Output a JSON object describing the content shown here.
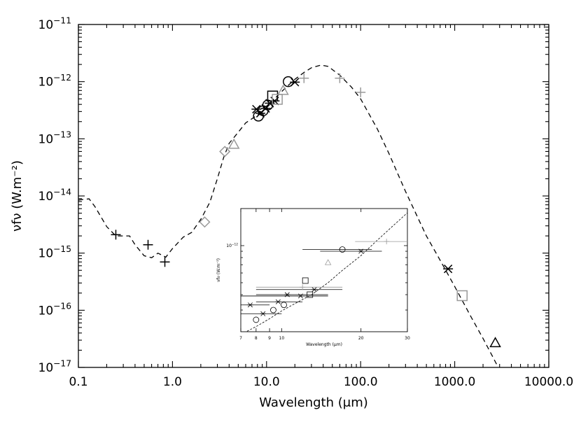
{
  "chart_data": [
    {
      "type": "scatter",
      "xlabel": "Wavelength (μm)",
      "ylabel": "νfν (W.m⁻²)",
      "x_scale": "log",
      "y_scale": "log",
      "xlim": [
        0.1,
        10000
      ],
      "ylim": [
        1e-17,
        1e-11
      ],
      "x_ticks": [
        {
          "v": 0.1,
          "label": "0.1"
        },
        {
          "v": 1,
          "label": "1.0"
        },
        {
          "v": 10,
          "label": "10.0"
        },
        {
          "v": 100,
          "label": "100.0"
        },
        {
          "v": 1000,
          "label": "1000.0"
        },
        {
          "v": 10000,
          "label": "10000.0"
        }
      ],
      "y_ticks": [
        {
          "v": 1e-17,
          "base": "10",
          "exp": "−17"
        },
        {
          "v": 1e-16,
          "base": "10",
          "exp": "−16"
        },
        {
          "v": 1e-15,
          "base": "10",
          "exp": "−15"
        },
        {
          "v": 1e-14,
          "base": "10",
          "exp": "−14"
        },
        {
          "v": 1e-13,
          "base": "10",
          "exp": "−13"
        },
        {
          "v": 1e-12,
          "base": "10",
          "exp": "−12"
        },
        {
          "v": 1e-11,
          "base": "10",
          "exp": "−11"
        }
      ],
      "grid": false,
      "model_curve": [
        [
          0.1,
          8.5e-15
        ],
        [
          0.13,
          8.9e-15
        ],
        [
          0.15,
          6.5e-15
        ],
        [
          0.2,
          2.9e-15
        ],
        [
          0.25,
          2e-15
        ],
        [
          0.3,
          2e-15
        ],
        [
          0.35,
          2e-15
        ],
        [
          0.4,
          1.4e-15
        ],
        [
          0.5,
          9e-16
        ],
        [
          0.6,
          8.3e-16
        ],
        [
          0.7,
          1e-15
        ],
        [
          0.85,
          8.5e-16
        ],
        [
          1.0,
          1.2e-15
        ],
        [
          1.3,
          1.9e-15
        ],
        [
          1.6,
          2.3e-15
        ],
        [
          2.0,
          3.9e-15
        ],
        [
          2.5,
          7.8e-15
        ],
        [
          3.0,
          2e-14
        ],
        [
          3.5,
          4.7e-14
        ],
        [
          4.0,
          8.3e-14
        ],
        [
          5.0,
          1.3e-13
        ],
        [
          6.0,
          1.9e-13
        ],
        [
          8.0,
          2.6e-13
        ],
        [
          10.0,
          3.5e-13
        ],
        [
          12.0,
          4.9e-13
        ],
        [
          15.0,
          7.1e-13
        ],
        [
          20.0,
          1.1e-12
        ],
        [
          25.0,
          1.45e-12
        ],
        [
          30.0,
          1.75e-12
        ],
        [
          38.0,
          1.95e-12
        ],
        [
          45.0,
          1.85e-12
        ],
        [
          60.0,
          1.3e-12
        ],
        [
          80.0,
          8e-13
        ],
        [
          100.0,
          5e-13
        ],
        [
          150.0,
          1.5e-13
        ],
        [
          200.0,
          5.5e-14
        ],
        [
          300.0,
          1.2e-14
        ],
        [
          500.0,
          2e-15
        ],
        [
          700.0,
          7.5e-16
        ],
        [
          1000.0,
          2.6e-16
        ],
        [
          1500.0,
          7.5e-17
        ],
        [
          2000.0,
          3.2e-17
        ],
        [
          2500.0,
          1.6e-17
        ],
        [
          3000.0,
          9e-18
        ]
      ],
      "points": [
        {
          "x": 0.25,
          "y": 2.1e-15,
          "m": "plus",
          "c": "black"
        },
        {
          "x": 0.55,
          "y": 1.4e-15,
          "m": "plus",
          "c": "black"
        },
        {
          "x": 0.83,
          "y": 7e-16,
          "m": "plus",
          "c": "black"
        },
        {
          "x": 2.2,
          "y": 3.5e-15,
          "m": "diamond",
          "c": "gray"
        },
        {
          "x": 3.6,
          "y": 6e-14,
          "m": "diamond",
          "c": "gray"
        },
        {
          "x": 4.5,
          "y": 8e-14,
          "m": "triangle",
          "c": "gray"
        },
        {
          "x": 7.8,
          "y": 3.3e-13,
          "m": "asterisk",
          "c": "black"
        },
        {
          "x": 8.2,
          "y": 2.5e-13,
          "m": "circle",
          "c": "black"
        },
        {
          "x": 8.6,
          "y": 2.8e-13,
          "m": "asterisk",
          "c": "black"
        },
        {
          "x": 9.2,
          "y": 3.1e-13,
          "m": "circle",
          "c": "black"
        },
        {
          "x": 9.8,
          "y": 3.4e-13,
          "m": "asterisk",
          "c": "black"
        },
        {
          "x": 10.3,
          "y": 3.9e-13,
          "m": "circle",
          "c": "black"
        },
        {
          "x": 10.8,
          "y": 4.2e-13,
          "m": "asterisk",
          "c": "black"
        },
        {
          "x": 11.6,
          "y": 5.6e-13,
          "m": "square",
          "c": "black"
        },
        {
          "x": 12.2,
          "y": 4.6e-13,
          "m": "asterisk",
          "c": "black"
        },
        {
          "x": 13.0,
          "y": 4.9e-13,
          "m": "square",
          "c": "gray"
        },
        {
          "x": 15.0,
          "y": 7e-13,
          "m": "triangle",
          "c": "gray"
        },
        {
          "x": 17.0,
          "y": 1e-12,
          "m": "circle",
          "c": "black"
        },
        {
          "x": 20.0,
          "y": 9.8e-13,
          "m": "asterisk",
          "c": "black"
        },
        {
          "x": 25.0,
          "y": 1.15e-12,
          "m": "plus",
          "c": "gray"
        },
        {
          "x": 60.0,
          "y": 1.15e-12,
          "m": "plus",
          "c": "gray"
        },
        {
          "x": 100.0,
          "y": 6.5e-13,
          "m": "plus",
          "c": "gray"
        },
        {
          "x": 850.0,
          "y": 5.3e-16,
          "m": "asterisk",
          "c": "black"
        },
        {
          "x": 1200.0,
          "y": 1.8e-16,
          "m": "square",
          "c": "gray"
        },
        {
          "x": 2700.0,
          "y": 2.7e-17,
          "m": "triangle",
          "c": "black"
        }
      ]
    },
    {
      "type": "scatter",
      "inset": true,
      "xlabel": "Wavelength (μm)",
      "ylabel": "νfν (W.m⁻²)",
      "x_scale": "log",
      "y_scale": "log",
      "xlim": [
        7,
        30
      ],
      "ylim": [
        2e-13,
        2e-12
      ],
      "x_ticks": [
        {
          "v": 7,
          "label": "7"
        },
        {
          "v": 8,
          "label": "8"
        },
        {
          "v": 9,
          "label": "9"
        },
        {
          "v": 10,
          "label": "10"
        },
        {
          "v": 20,
          "label": "20"
        },
        {
          "v": 30,
          "label": "30"
        }
      ],
      "y_ticks": [
        {
          "v": 1e-12,
          "base": "10",
          "exp": "−12"
        }
      ],
      "model_curve": [
        [
          7.0,
          1.9e-13
        ],
        [
          8.0,
          2.2e-13
        ],
        [
          9.0,
          2.55e-13
        ],
        [
          10.0,
          2.95e-13
        ],
        [
          11.0,
          3.3e-13
        ],
        [
          12.0,
          3.65e-13
        ],
        [
          13.0,
          4e-13
        ],
        [
          15.0,
          5e-13
        ],
        [
          17.0,
          6.3e-13
        ],
        [
          20.0,
          8.3e-13
        ],
        [
          23.0,
          1.1e-12
        ],
        [
          26.0,
          1.4e-12
        ],
        [
          30.0,
          1.85e-12
        ]
      ],
      "points": [
        {
          "x": 7.6,
          "y": 3.3e-13,
          "m": "asterisk",
          "c": "black",
          "xerr": [
            7.0,
            9.0
          ]
        },
        {
          "x": 8.0,
          "y": 2.5e-13,
          "m": "circle",
          "c": "black"
        },
        {
          "x": 8.5,
          "y": 2.8e-13,
          "m": "asterisk",
          "c": "black",
          "xerr": [
            7.0,
            10.0
          ]
        },
        {
          "x": 9.3,
          "y": 3e-13,
          "m": "circle",
          "c": "black"
        },
        {
          "x": 9.7,
          "y": 3.5e-13,
          "m": "asterisk",
          "c": "black",
          "xerr": [
            8.0,
            12.0
          ]
        },
        {
          "x": 10.2,
          "y": 3.3e-13,
          "m": "circle",
          "c": "black"
        },
        {
          "x": 10.5,
          "y": 4e-13,
          "m": "asterisk",
          "c": "black",
          "xerr": [
            8.0,
            15.0
          ]
        },
        {
          "x": 11.8,
          "y": 3.9e-13,
          "m": "asterisk",
          "c": "black",
          "xerr": [
            7.0,
            15.0
          ]
        },
        {
          "x": 12.3,
          "y": 5.2e-13,
          "m": "square",
          "c": "black"
        },
        {
          "x": 12.8,
          "y": 4e-13,
          "m": "square",
          "c": "black"
        },
        {
          "x": 13.3,
          "y": 4.4e-13,
          "m": "asterisk",
          "c": "black",
          "xerr": [
            8.0,
            17.0
          ]
        },
        {
          "x": 12.0,
          "y": 4.6e-13,
          "m": "plus",
          "c": "gray",
          "xerr": [
            8.0,
            17.0
          ]
        },
        {
          "x": 15.0,
          "y": 7.3e-13,
          "m": "triangle",
          "c": "gray"
        },
        {
          "x": 17.0,
          "y": 9.3e-13,
          "m": "circle",
          "c": "black",
          "xerr": [
            12.0,
            22.0
          ]
        },
        {
          "x": 20.0,
          "y": 9e-13,
          "m": "asterisk",
          "c": "black",
          "xerr": [
            14.0,
            24.0
          ]
        },
        {
          "x": 25.0,
          "y": 1.08e-12,
          "m": "plus",
          "c": "gray",
          "xerr": [
            19.0,
            30.0
          ]
        }
      ]
    }
  ]
}
